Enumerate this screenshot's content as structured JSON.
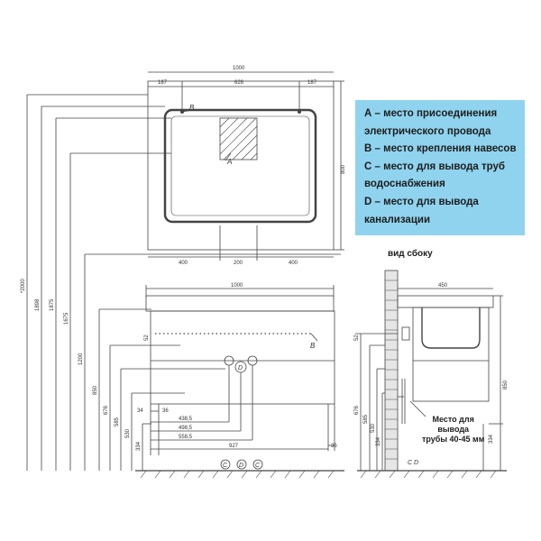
{
  "legend": {
    "lines": [
      "А – место присоединения",
      "электрического провода",
      "В – место крепления навесов",
      "С – место для вывода труб",
      "водоснабжения",
      "D – место для вывода",
      "канализации"
    ]
  },
  "side_view": {
    "title": "вид сбоку",
    "drain_note": [
      "Место для",
      "вывода",
      "трубы 40-45 мм"
    ],
    "dims": {
      "depth": "450",
      "h850": "850",
      "h52": "52",
      "h676": "676",
      "h585": "585",
      "h530": "530",
      "h334": "334",
      "h334b": "334"
    },
    "markers": {
      "cd": "C D"
    }
  },
  "top_view": {
    "width": "1000",
    "seg_left": "187",
    "seg_mid": "626",
    "seg_right": "187",
    "height": "800",
    "bottom_left": "400",
    "bottom_mid": "200",
    "bottom_right": "400",
    "label_a": "A",
    "label_b": "B"
  },
  "front_view": {
    "width": "1000",
    "label_b": "B",
    "label_d": "D",
    "h52": "52",
    "d34": "34",
    "d36": "36",
    "d438": "438,5",
    "d498": "498,5",
    "d558": "558,5",
    "d927": "927",
    "d36b": "36",
    "markers": [
      "C",
      "D",
      "C"
    ]
  },
  "height_dims": [
    "*2000",
    "1898",
    "1875",
    "1675",
    "1200",
    "850",
    "676",
    "585",
    "530",
    "334"
  ]
}
